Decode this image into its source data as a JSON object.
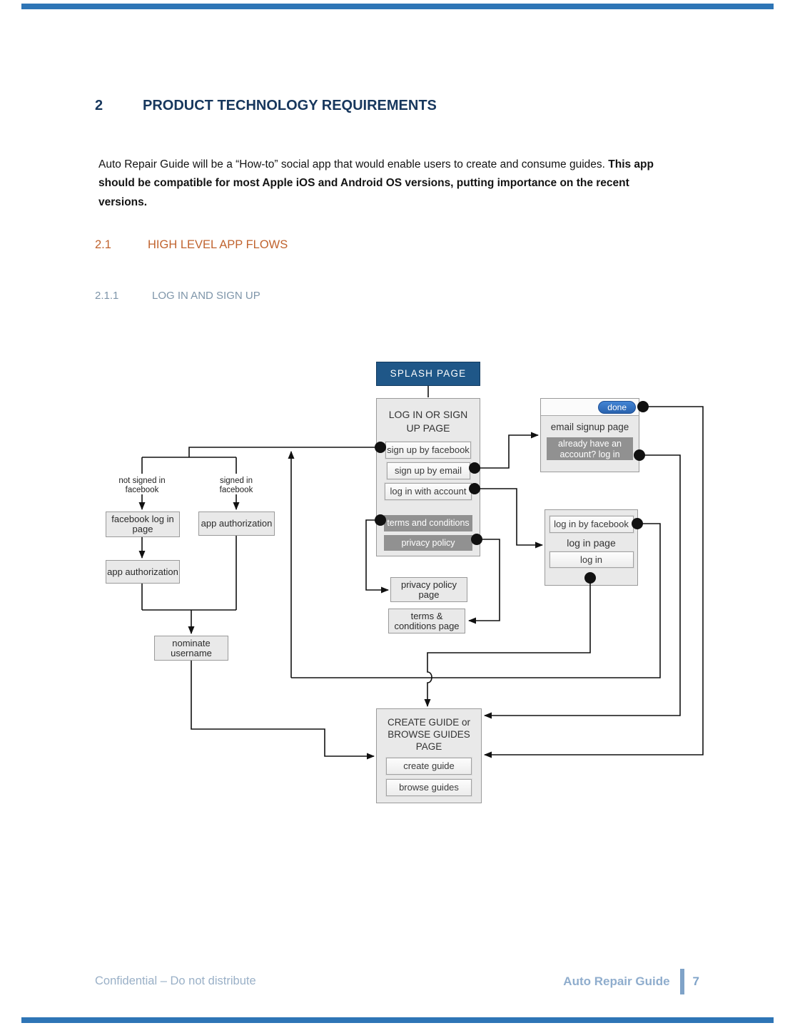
{
  "page": {
    "section_number": "2",
    "section_title": "PRODUCT TECHNOLOGY REQUIREMENTS",
    "intro_normal": "Auto Repair Guide will be a “How-to” social app that would enable users to create and consume guides. ",
    "intro_bold": "This app should be compatible for most Apple iOS and Android OS versions, putting importance on the recent versions.",
    "sub_number": "2.1",
    "sub_title": "HIGH LEVEL APP FLOWS",
    "subsub_number": "2.1.1",
    "subsub_title": "LOG IN AND SIGN UP"
  },
  "diagram": {
    "splash_label": "SPLASH PAGE",
    "login_signup": {
      "title": "LOG IN OR SIGN\nUP PAGE",
      "btn_facebook": "sign up by facebook",
      "btn_email": "sign up by email",
      "btn_account": "log in with account",
      "btn_terms": "terms and conditions",
      "btn_privacy": "privacy policy"
    },
    "email_signup": {
      "done_label": "done",
      "title": "email signup page",
      "btn_already": "already have an\naccount?  log in"
    },
    "login_page": {
      "btn_facebook": "log in by facebook",
      "title": "log in page",
      "btn_login": "log in"
    },
    "branch_not_signed": "not signed in\nfacebook",
    "branch_signed": "signed in\nfacebook",
    "box_facebook_login": "facebook log in page",
    "box_app_auth_left": "app authorization",
    "box_app_auth_right": "app authorization",
    "box_nominate": "nominate username",
    "box_privacy_page": "privacy policy page",
    "box_terms_page": "terms & conditions page",
    "create_browse": {
      "title": "CREATE GUIDE or\nBROWSE GUIDES\nPAGE",
      "btn_create": "create guide",
      "btn_browse": "browse guides"
    }
  },
  "footer": {
    "confidential": "Confidential – Do not distribute",
    "doc_title": "Auto Repair Guide",
    "page_number": "7"
  },
  "colors": {
    "page_border_blue": "#2e75b6",
    "heading_navy": "#17375d",
    "heading_orange": "#c0632e",
    "heading_slate": "#7e95a9",
    "splash_blue": "#1f5788",
    "done_blue": "#2f70c2",
    "gray_button": "#919191",
    "footer_blue": "#8fadcd"
  }
}
